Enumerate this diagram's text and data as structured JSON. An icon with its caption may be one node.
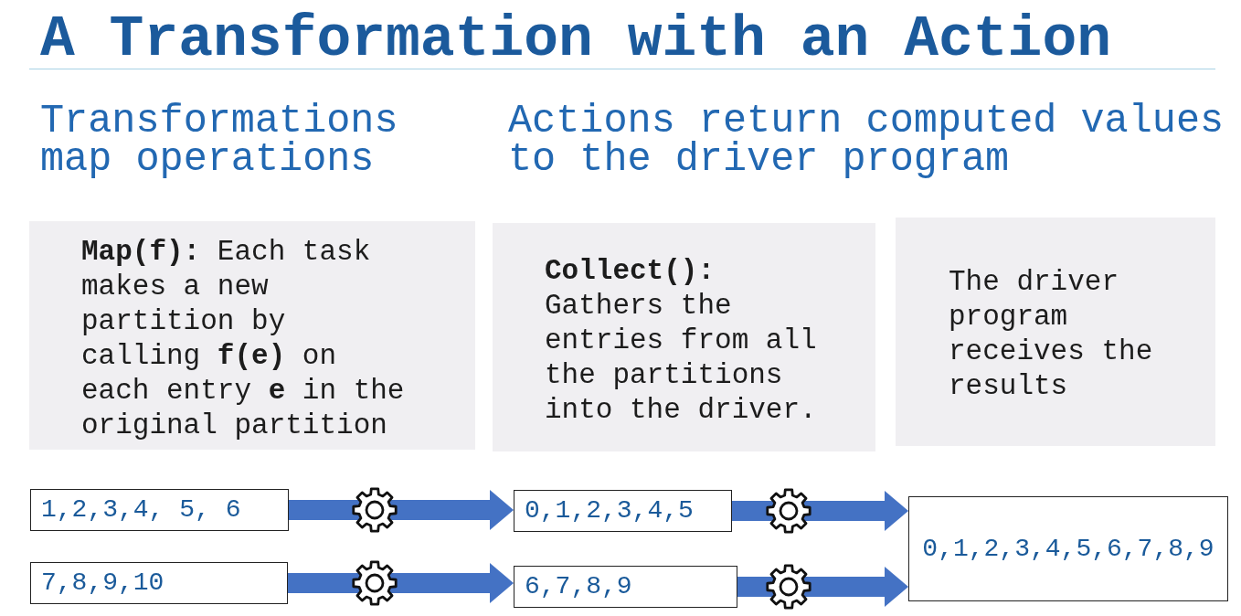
{
  "diagram": {
    "title": "A Transformation with an Action",
    "nodes": [
      {
        "text": [
          "**Map(f):** Each task makes a new partition by calling **f(e)** on each entry **e** in the original partition"
        ]
      },
      {
        "text": [
          "**Collect():** Gathers the entries from all the partitions into the driver."
        ]
      },
      {
        "text": [
          "The driver program receives the results"
        ]
      },
      {
        "text": [
          "1,2,3,4, 5, 6"
        ]
      },
      {
        "text": [
          "7,8,9,10"
        ]
      },
      {
        "text": [
          "0,1,2,3,4,5"
        ]
      },
      {
        "text": [
          "6,7,8,9"
        ]
      },
      {
        "text": [
          "0,1,2,3,4,5,6,7,8,9"
        ]
      }
    ],
    "edges": [
      {
        "from": 3,
        "to": 5,
        "arrow": "to"
      },
      {
        "from": 4,
        "to": 6,
        "arrow": "to"
      },
      {
        "from": 5,
        "to": 7,
        "arrow": "to"
      },
      {
        "from": 6,
        "to": 7,
        "arrow": "to"
      }
    ],
    "labels": [
      "Transformations map operations",
      "Actions return computed values to the driver program"
    ]
  }
}
